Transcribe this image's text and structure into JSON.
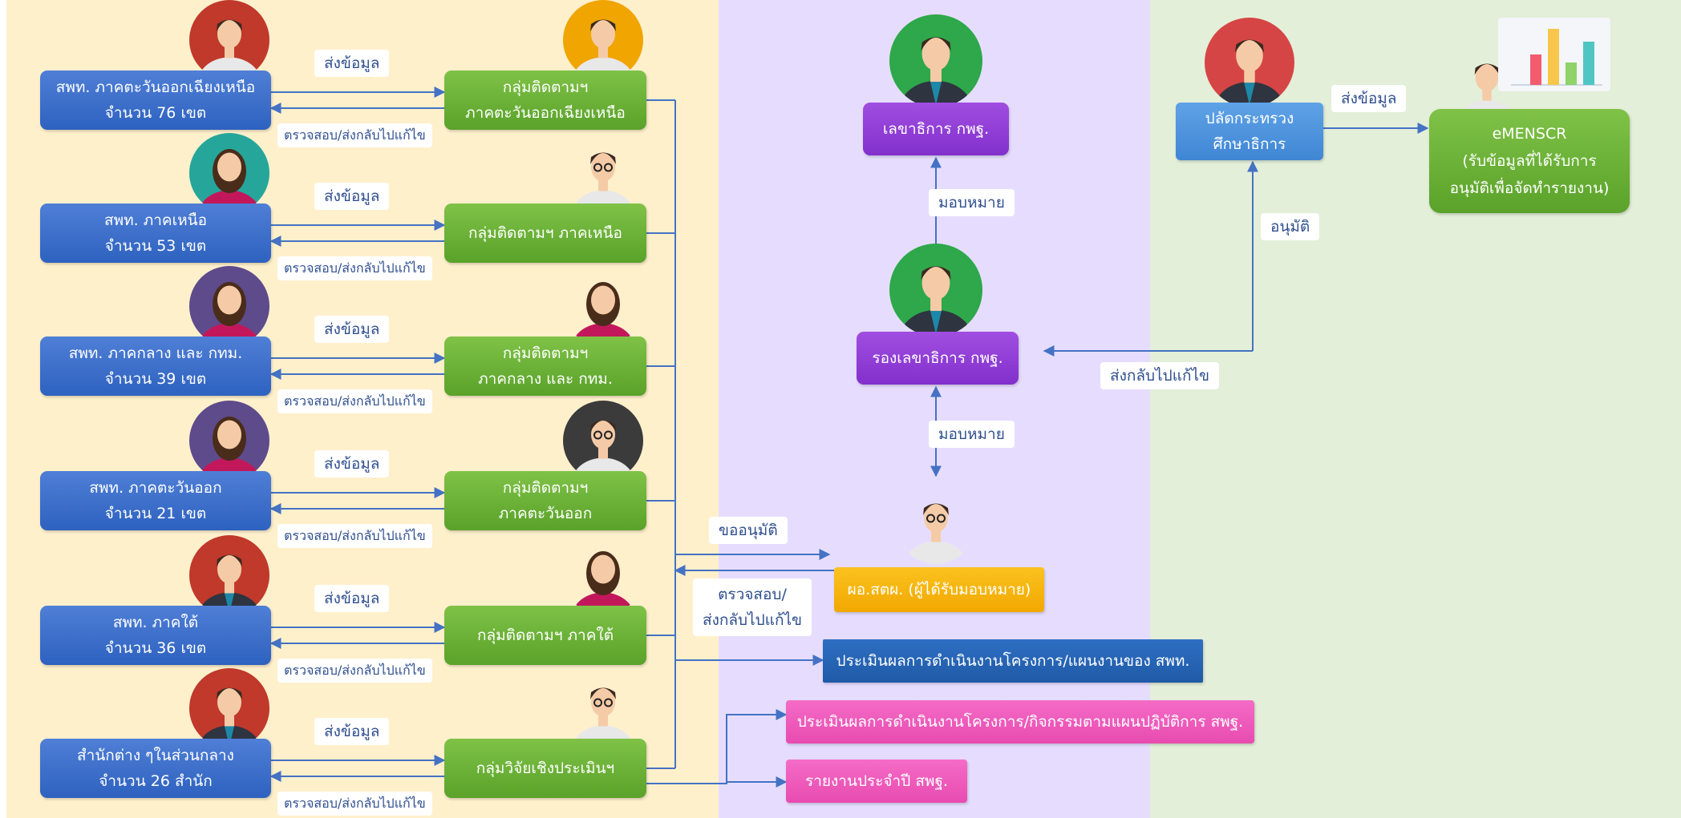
{
  "colors": {
    "left_panel": "#fff0cc",
    "middle_panel": "#e6ddfe",
    "right_panel": "#e3efd9",
    "region_box": "#3a6fcd",
    "monitor_box": "#6cb33a",
    "secretary_box": "#8b36d3",
    "director_box": "#f5b301",
    "evaluation_box": "#2367bb",
    "report_box": "#ee59b9",
    "connector": "#4472c4"
  },
  "regions": [
    {
      "office": [
        "สพท. ภาคตะวันออกเฉียงเหนือ",
        "จำนวน 76 เขต"
      ],
      "group": [
        "กลุ่มติดตามฯ",
        "ภาคตะวันออกเฉียงเหนือ"
      ],
      "send_label": "ส่งข้อมูล",
      "return_label": "ตรวจสอบ/ส่งกลับไปแก้ไข",
      "office_icon": "man-avatar-icon",
      "group_icon": "man-avatar-icon"
    },
    {
      "office": [
        "สพท. ภาคเหนือ",
        "จำนวน 53 เขต"
      ],
      "group": [
        "กลุ่มติดตามฯ ภาคเหนือ"
      ],
      "send_label": "ส่งข้อมูล",
      "return_label": "ตรวจสอบ/ส่งกลับไปแก้ไข",
      "office_icon": "woman-avatar-icon",
      "group_icon": "woman-glasses-avatar-icon"
    },
    {
      "office": [
        "สพท. ภาคกลาง และ กทม.",
        "จำนวน 39 เขต"
      ],
      "group": [
        "กลุ่มติดตามฯ",
        "ภาคกลาง และ กทม."
      ],
      "send_label": "ส่งข้อมูล",
      "return_label": "ตรวจสอบ/ส่งกลับไปแก้ไข",
      "office_icon": "woman-avatar-icon",
      "group_icon": "woman-avatar-icon"
    },
    {
      "office": [
        "สพท. ภาคตะวันออก",
        "จำนวน 21 เขต"
      ],
      "group": [
        "กลุ่มติดตามฯ",
        "ภาคตะวันออก"
      ],
      "send_label": "ส่งข้อมูล",
      "return_label": "ตรวจสอบ/ส่งกลับไปแก้ไข",
      "office_icon": "woman-avatar-icon",
      "group_icon": "woman-glasses-avatar-icon"
    },
    {
      "office": [
        "สพท. ภาคใต้",
        "จำนวน 36 เขต"
      ],
      "group": [
        "กลุ่มติดตามฯ ภาคใต้"
      ],
      "send_label": "ส่งข้อมูล",
      "return_label": "ตรวจสอบ/ส่งกลับไปแก้ไข",
      "office_icon": "man-avatar-icon",
      "group_icon": "woman-avatar-icon"
    },
    {
      "office": [
        "สำนักต่าง ๆในส่วนกลาง",
        "จำนวน 26 สำนัก"
      ],
      "group": [
        "กลุ่มวิจัยเชิงประเมินฯ"
      ],
      "send_label": "ส่งข้อมูล",
      "return_label": "ตรวจสอบ/ส่งกลับไปแก้ไข",
      "office_icon": "man-avatar-icon",
      "group_icon": "woman-glasses-avatar-icon"
    }
  ],
  "secretary_general": "เลขาธิการ กพฐ.",
  "deputy_secretary_general": "รองเลขาธิการ กพฐ.",
  "director": "ผอ.สตผ. (ผู้ได้รับมอบหมาย)",
  "permanent_secretary": [
    "ปลัดกระทรวง",
    "ศึกษาธิการ"
  ],
  "emenscr": [
    "eMENSCR",
    "(รับข้อมูลที่ได้รับการ",
    "อนุมัติเพื่อจัดทำรายงาน)"
  ],
  "evaluation_obec_office": "ประเมินผลการดำเนินงานโครงการ/แผนงานของ สพท.",
  "evaluation_obec": "ประเมินผลการดำเนินงานโครงการ/กิจกรรมตามแผนปฏิบัติการ สพฐ.",
  "annual_report": "รายงานประจำปี สพฐ.",
  "labels": {
    "assign_1": "มอบหมาย",
    "assign_2": "มอบหมาย",
    "request_approval": "ขออนุมัติ",
    "check_return": [
      "ตรวจสอบ/",
      "ส่งกลับไปแก้ไข"
    ],
    "approve": "อนุมัติ",
    "send_back_fix": "ส่งกลับไปแก้ไข",
    "send_data": "ส่งข้อมูล"
  }
}
